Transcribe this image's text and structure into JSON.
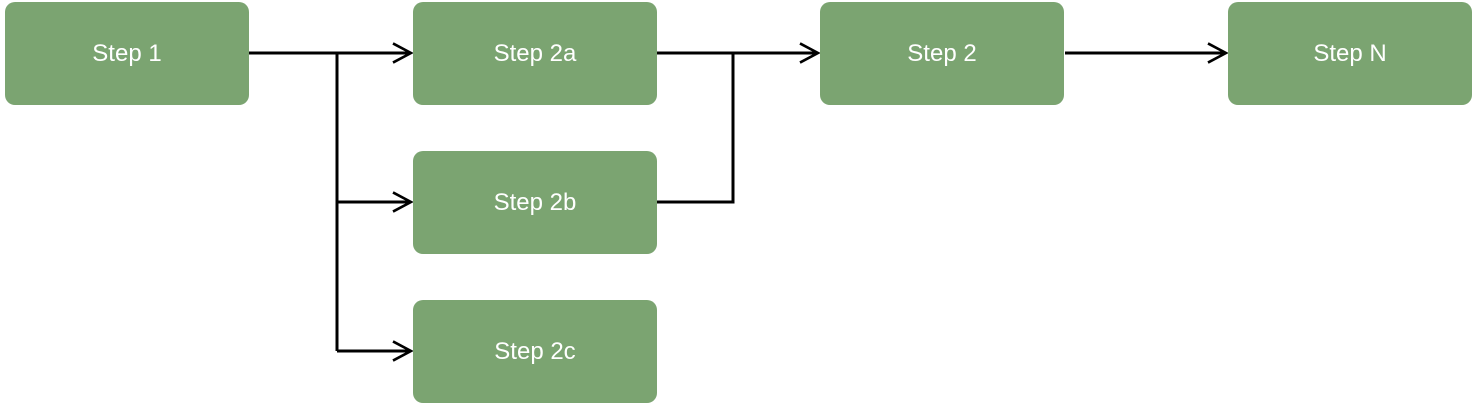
{
  "diagram": {
    "type": "flowchart",
    "background": "#ffffff",
    "node_fill": "#7BA471",
    "node_text_color": "#FFFFFF",
    "connector_color": "#000000",
    "nodes": [
      {
        "id": "step-1",
        "label": "Step 1"
      },
      {
        "id": "step-2a",
        "label": "Step 2a"
      },
      {
        "id": "step-2b",
        "label": "Step 2b"
      },
      {
        "id": "step-2c",
        "label": "Step 2c"
      },
      {
        "id": "step-2",
        "label": "Step 2"
      },
      {
        "id": "step-n",
        "label": "Step N"
      }
    ],
    "edges": [
      {
        "from": "Step 1",
        "to": "Step 2a"
      },
      {
        "from": "Step 1",
        "to": "Step 2b"
      },
      {
        "from": "Step 1",
        "to": "Step 2c"
      },
      {
        "from": "Step 2a",
        "to": "Step 2"
      },
      {
        "from": "Step 2b",
        "to": "Step 2"
      },
      {
        "from": "Step 2",
        "to": "Step N"
      }
    ]
  }
}
